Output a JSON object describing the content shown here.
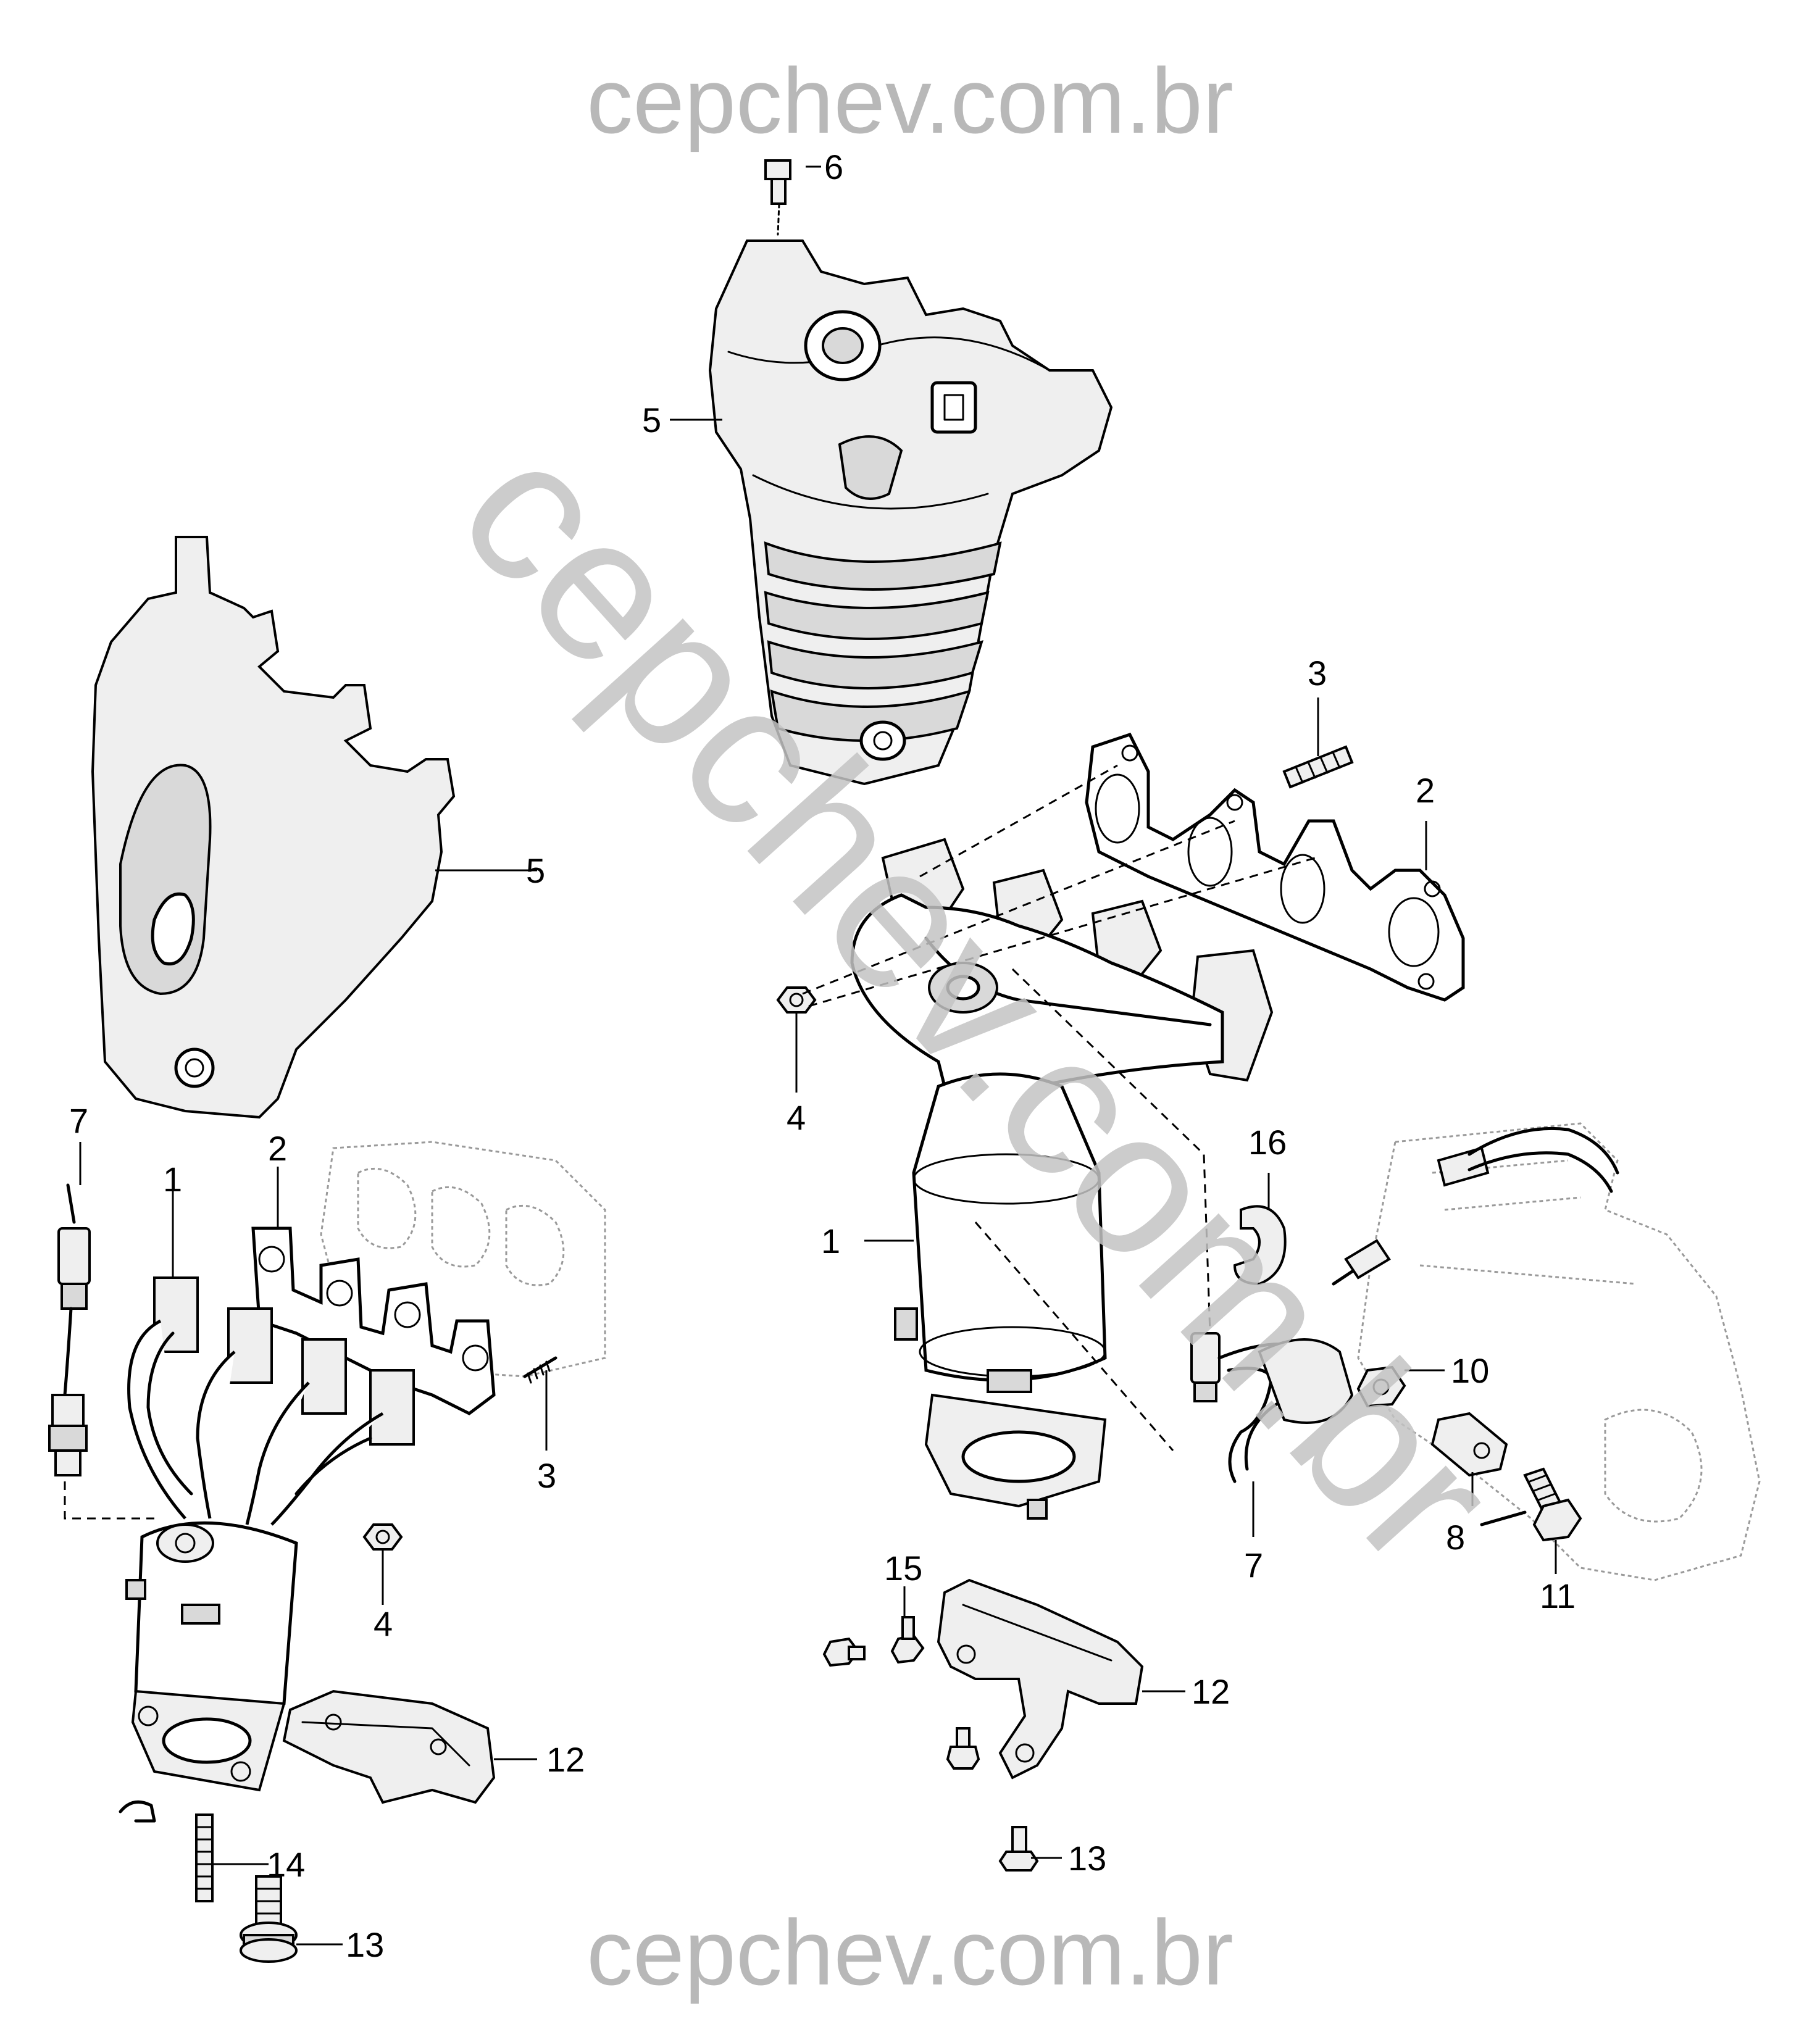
{
  "watermarks": {
    "top": "cepchev.com.br",
    "bottom": "cepchev.com.br",
    "diagonal": "cepchev.com.br"
  },
  "callouts": {
    "c1_left": "1",
    "c2_left": "2",
    "c3_left": "3",
    "c4_left": "4",
    "c5_left": "5",
    "c7_left": "7",
    "c12_left": "12",
    "c13_left": "13",
    "c14_left": "14",
    "c1_right": "1",
    "c2_right": "2",
    "c3_right": "3",
    "c4_right": "4",
    "c5_right": "5",
    "c6_right": "6",
    "c7_right": "7",
    "c8_right": "8",
    "c10_right": "10",
    "c11_right": "11",
    "c12_right": "12",
    "c13_right": "13",
    "c15_right": "15",
    "c16_right": "16"
  }
}
